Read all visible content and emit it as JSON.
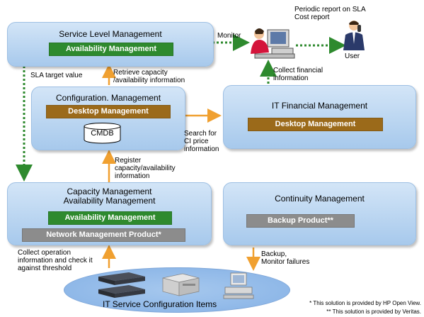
{
  "boxes": {
    "slm": {
      "title": "Service Level Management",
      "label": "Availability Management"
    },
    "cfg": {
      "title": "Configuration. Management",
      "label": "Desktop Management",
      "cmdb": "CMDB"
    },
    "fin": {
      "title": "IT Financial Management",
      "label": "Desktop Management"
    },
    "cap": {
      "title_line1": "Capacity Management",
      "title_line2": "Availability Management",
      "label1": "Availability Management",
      "label2": "Network Management Product*"
    },
    "cont": {
      "title": "Continuity Management",
      "label": "Backup Product**"
    }
  },
  "annotations": {
    "monitor": "Monitor",
    "report_line1": "Periodic report on SLA",
    "report_line2": "Cost report",
    "user": "User",
    "sla_target": "SLA target value",
    "retrieve_line1": "Retrieve capacity",
    "retrieve_line2": "/availability information",
    "collect_fin_line1": "Collect financial",
    "collect_fin_line2": "information",
    "search_line1": "Search for",
    "search_line2": "CI price",
    "search_line3": "information",
    "register_line1": "Register",
    "register_line2": "capacity/availability",
    "register_line3": "information",
    "collect_op_line1": "Collect operation",
    "collect_op_line2": "information and check it",
    "collect_op_line3": "against threshold",
    "backup_line1": "Backup,",
    "backup_line2": "Monitor failures",
    "config_items": "IT Service Configuration Items"
  },
  "footnotes": {
    "note1": "* This solution is provided by HP Open View.",
    "note2": "** This solution is provided by Veritas."
  },
  "colors": {
    "box_fill": "#a7c9ec",
    "green_label": "#2e8a2e",
    "brown_label": "#9b6a1a",
    "gray_label": "#8c8c8c",
    "solid_arrow": "#f0a030",
    "dotted_arrow": "#2e8a2e"
  }
}
